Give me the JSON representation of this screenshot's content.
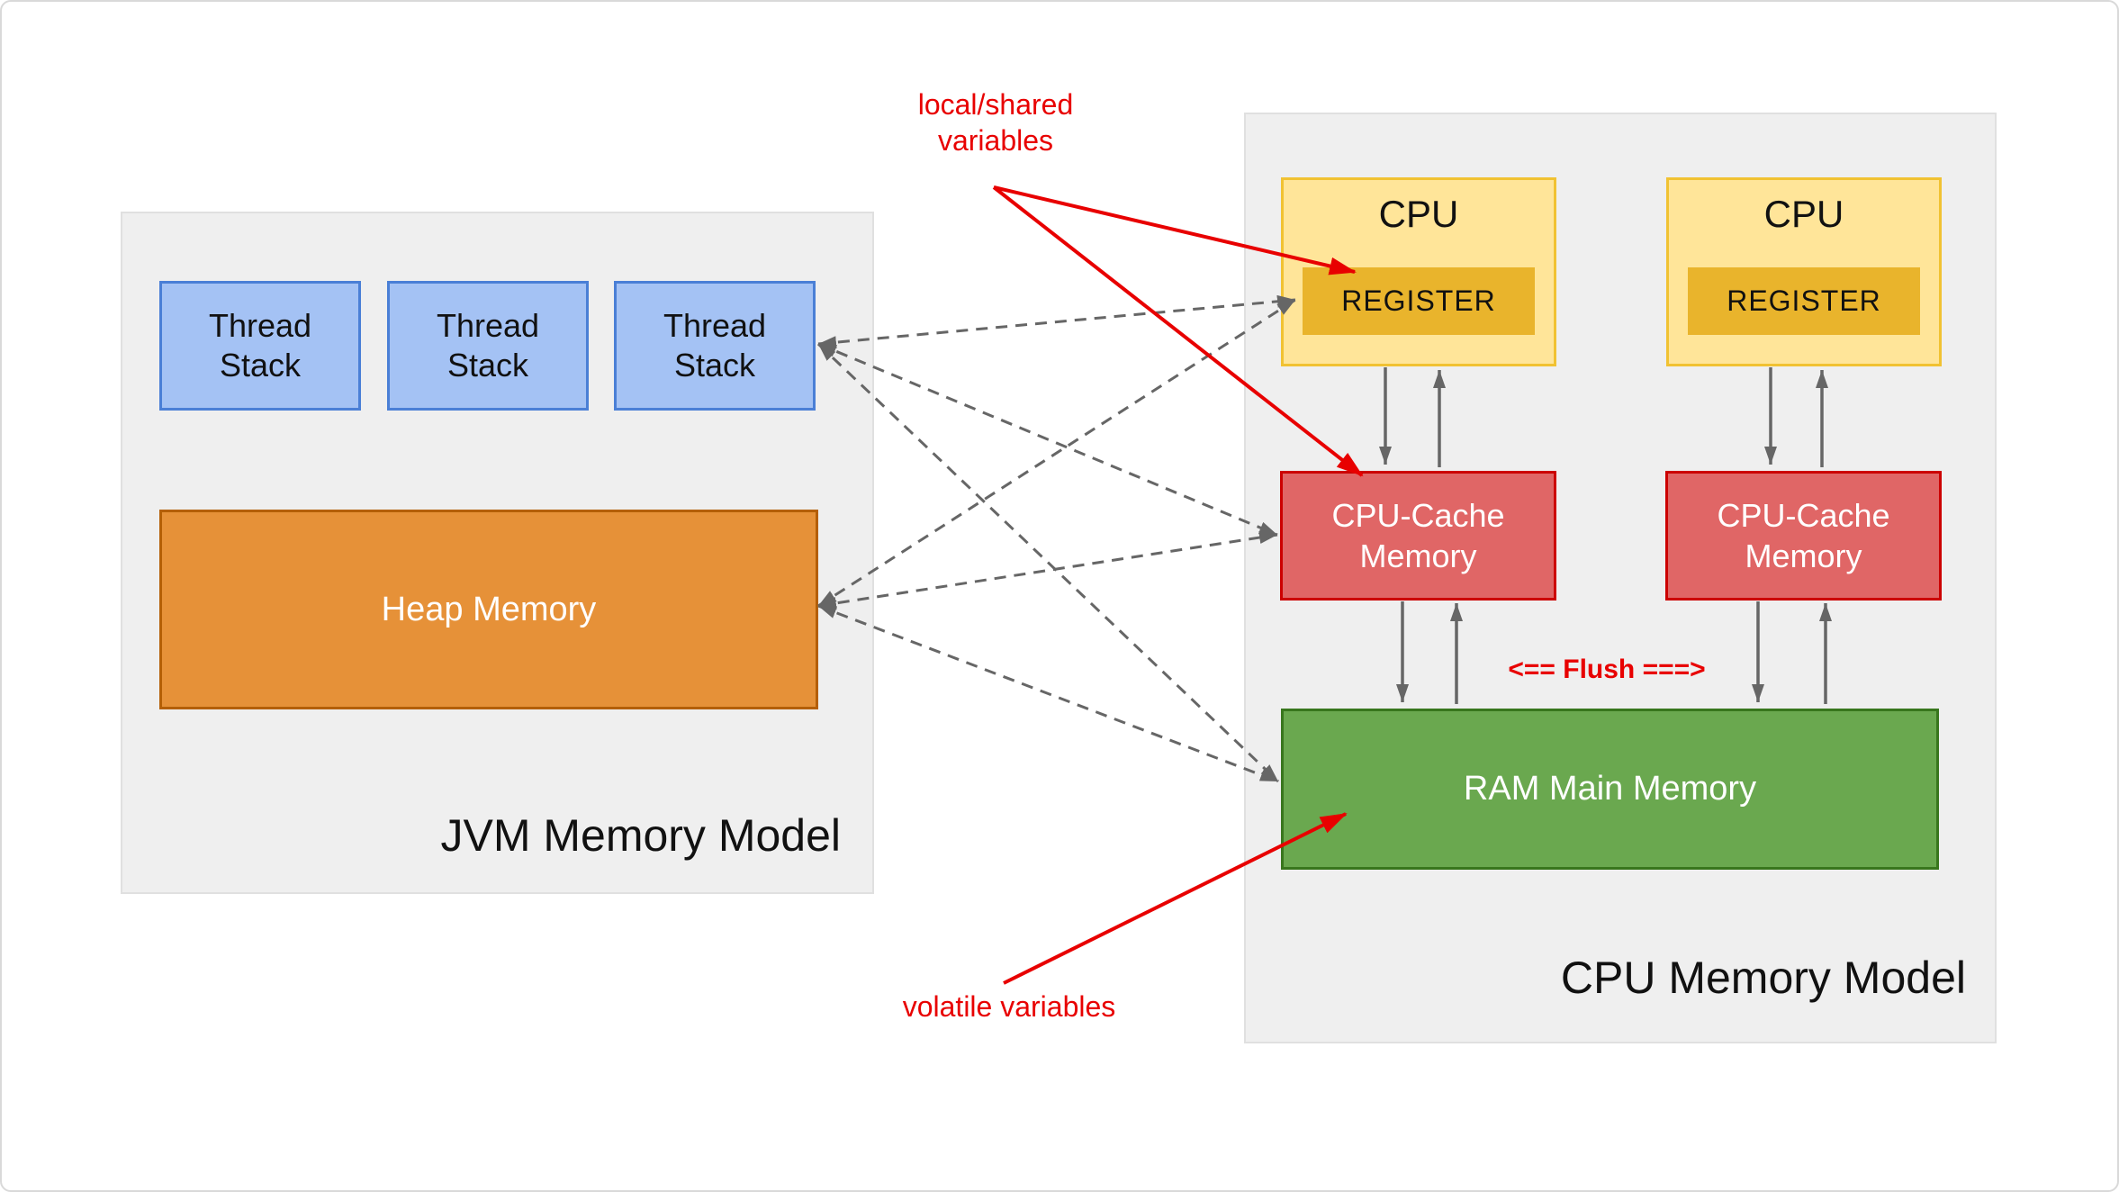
{
  "diagram": {
    "jvm": {
      "title": "JVM Memory Model",
      "thread_stacks": [
        "Thread Stack",
        "Thread Stack",
        "Thread Stack"
      ],
      "heap_label": "Heap Memory"
    },
    "cpu": {
      "title": "CPU Memory Model",
      "units": [
        {
          "cpu_label": "CPU",
          "register_label": "REGISTER",
          "cache_label": "CPU-Cache Memory"
        },
        {
          "cpu_label": "CPU",
          "register_label": "REGISTER",
          "cache_label": "CPU-Cache Memory"
        }
      ],
      "ram_label": "RAM Main Memory",
      "flush_label": "<== Flush ===>"
    },
    "annotations": {
      "local_shared_variables": "local/shared variables",
      "volatile_variables": "volatile variables"
    }
  },
  "colors": {
    "container_fill": "#efefef",
    "thread_fill": "#a4c2f4",
    "thread_border": "#4a7fd6",
    "heap_fill": "#e69138",
    "heap_border": "#b45f06",
    "cpu_fill": "#ffe599",
    "cpu_border": "#f1c232",
    "register_fill": "#e9b42c",
    "cache_fill": "#e06666",
    "cache_border": "#cc0000",
    "ram_fill": "#6aa84f",
    "ram_border": "#38761d",
    "annotation_red": "#e80000",
    "arrow_gray": "#666666"
  }
}
